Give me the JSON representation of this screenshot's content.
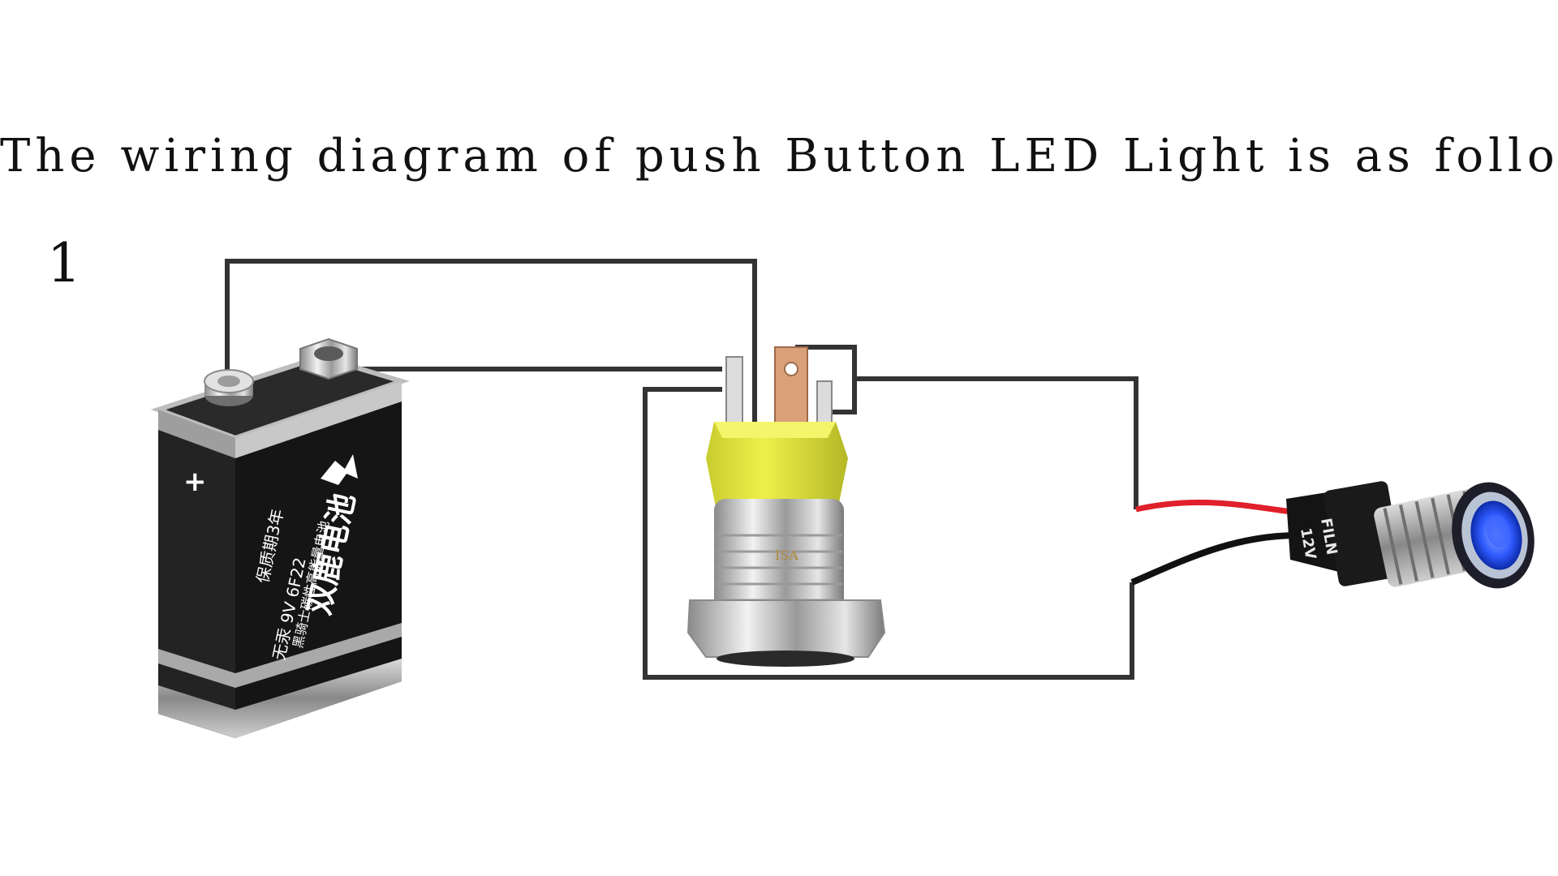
{
  "title": "The wiring diagram of push Button LED Light is as follows",
  "step_number": "1",
  "battery": {
    "brand_label": "双鹿电池",
    "subtitle_label": "黑骑士碳性高能量电池",
    "spec_label": "无汞 9V 6F22",
    "warranty_label": "保质期3年",
    "plus_label": "+"
  },
  "switch": {
    "ring_label": "ISA"
  },
  "indicator": {
    "brand_label": "FILN",
    "voltage_label": "12V",
    "lens_color": "#2f5bff"
  },
  "colors": {
    "wire_main": "#333333",
    "wire_red": "#e0202a",
    "wire_black": "#111111",
    "switch_housing": "#e3e640",
    "battery_body": "#151515"
  }
}
